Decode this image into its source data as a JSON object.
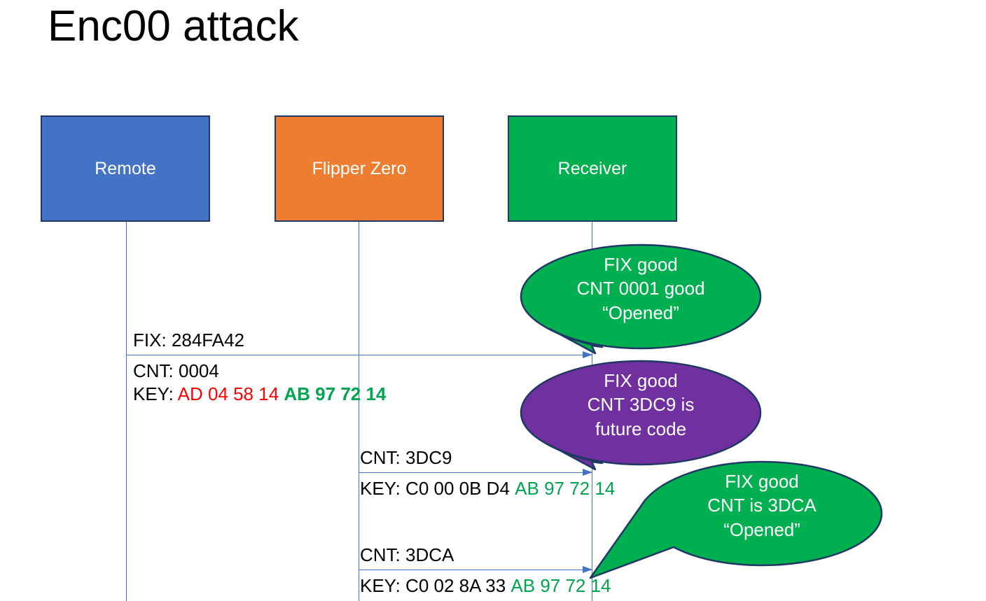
{
  "slide": {
    "title": "Enc00 attack",
    "background_color": "#FFFFFF"
  },
  "colors": {
    "remote_box": "#4472C4",
    "flipper_box": "#ED7D31",
    "receiver_box": "#00B050",
    "box_border": "#1F3864",
    "lifeline": "#4472C4",
    "arrow": "#4472C4",
    "callout_good": "#00B050",
    "callout_future": "#7030A0",
    "key_mismatch": "#FF0000",
    "key_match": "#00A550",
    "text": "#000000"
  },
  "actors": [
    {
      "id": "remote",
      "label": "Remote"
    },
    {
      "id": "flipper",
      "label": "Flipper Zero"
    },
    {
      "id": "receiver",
      "label": "Receiver"
    }
  ],
  "messages": [
    {
      "id": "msg1",
      "from": "remote",
      "to": "receiver",
      "above_label": "FIX: 284FA42",
      "cnt_label": "CNT: 0004",
      "key_prefix": "KEY: ",
      "key_changing": "AD 04 58 14",
      "key_fixed": "AB 97 72 14"
    },
    {
      "id": "msg2",
      "from": "flipper",
      "to": "receiver",
      "above_label": "CNT: 3DC9",
      "key_prefix": "KEY: ",
      "key_changing": "C0 00 0B D4",
      "key_fixed": "AB 97 72 14"
    },
    {
      "id": "msg3",
      "from": "flipper",
      "to": "receiver",
      "above_label": "CNT: 3DCA",
      "key_prefix": "KEY: ",
      "key_changing": "C0 02 8A 33",
      "key_fixed": "AB 97 72 14"
    }
  ],
  "callouts": [
    {
      "id": "callout-1",
      "fill": "#00B050",
      "line1": "FIX good",
      "line2": "CNT 0001 good",
      "line3": "“Opened”"
    },
    {
      "id": "callout-2",
      "fill": "#7030A0",
      "line1": "FIX good",
      "line2": "CNT 3DC9 is",
      "line3": "future code"
    },
    {
      "id": "callout-3",
      "fill": "#00B050",
      "line1": "FIX good",
      "line2": "CNT is 3DCA",
      "line3": "“Opened”"
    }
  ]
}
